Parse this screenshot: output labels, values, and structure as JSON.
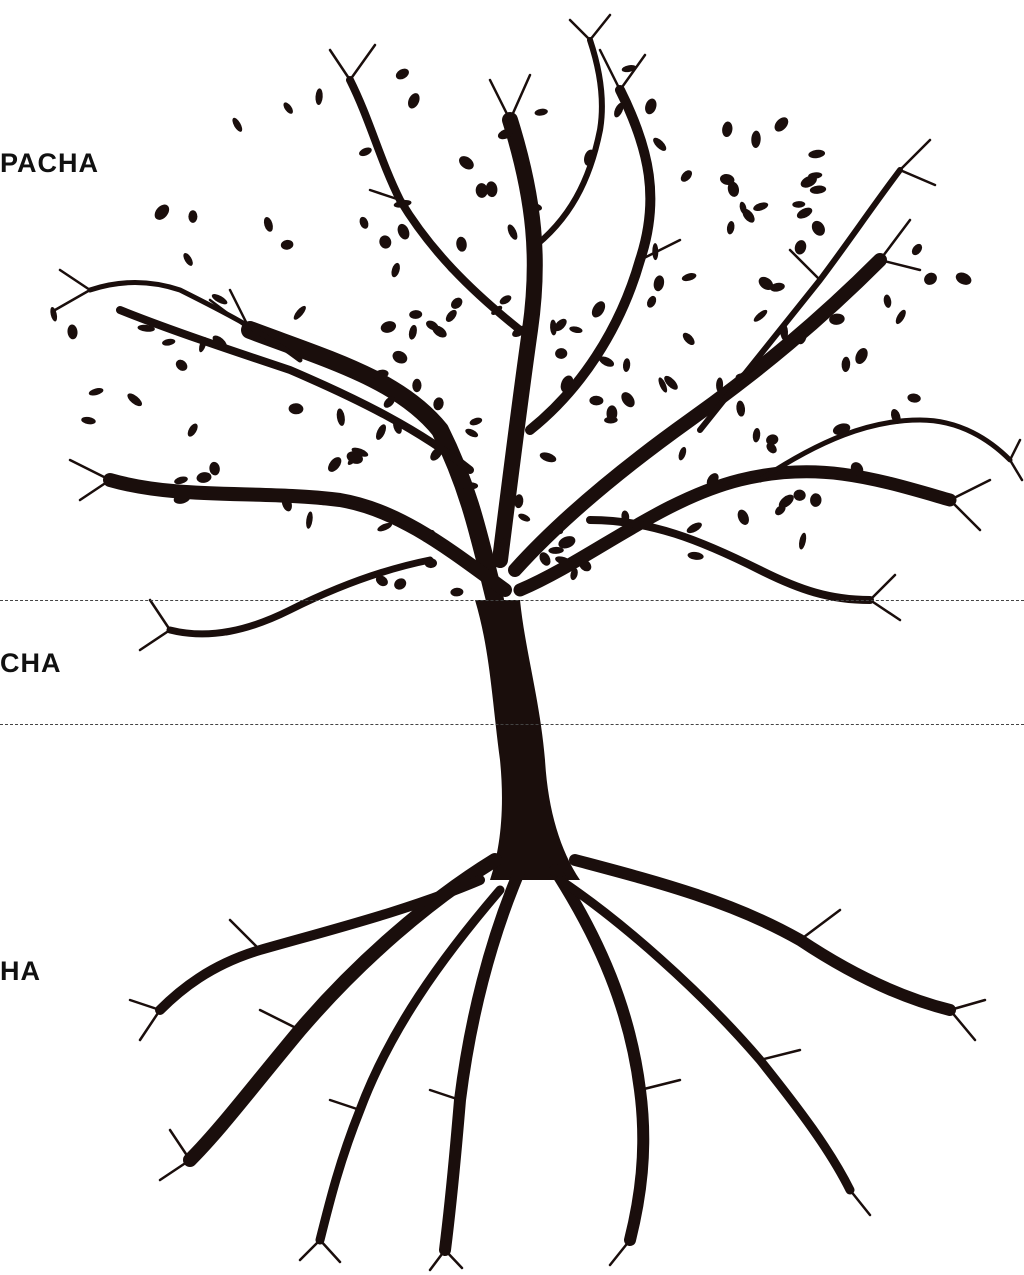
{
  "labels": {
    "upper": "PACHA",
    "middle": "CHA",
    "lower": "HA"
  },
  "colors": {
    "ink": "#1a0e0c",
    "divider": "#444444",
    "background": "#ffffff"
  },
  "icons": {
    "tree": "tree-of-life-icon"
  }
}
